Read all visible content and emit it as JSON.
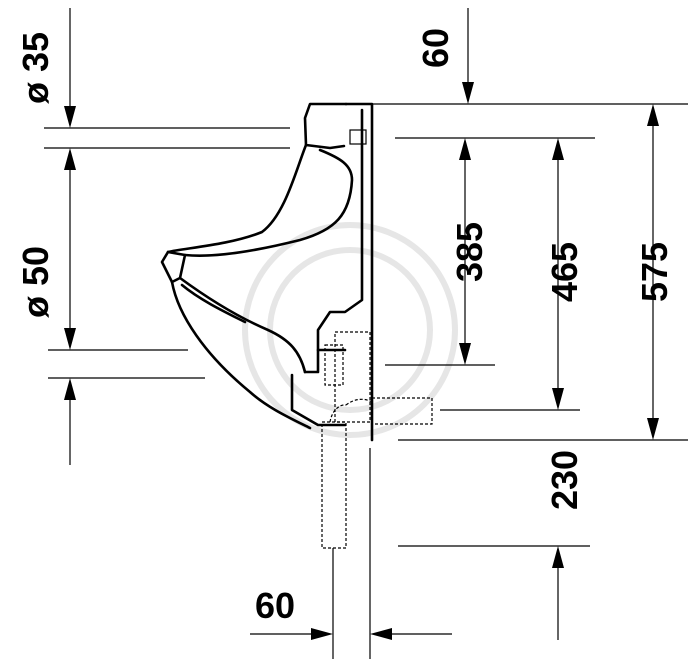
{
  "dimensions": {
    "drain_diameter": "ø 35",
    "outlet_diameter": "ø 50",
    "top_offset": "60",
    "inlet_height": "385",
    "outlet_height": "465",
    "total_height": "575",
    "depth_below": "230",
    "pipe_offset": "60"
  }
}
